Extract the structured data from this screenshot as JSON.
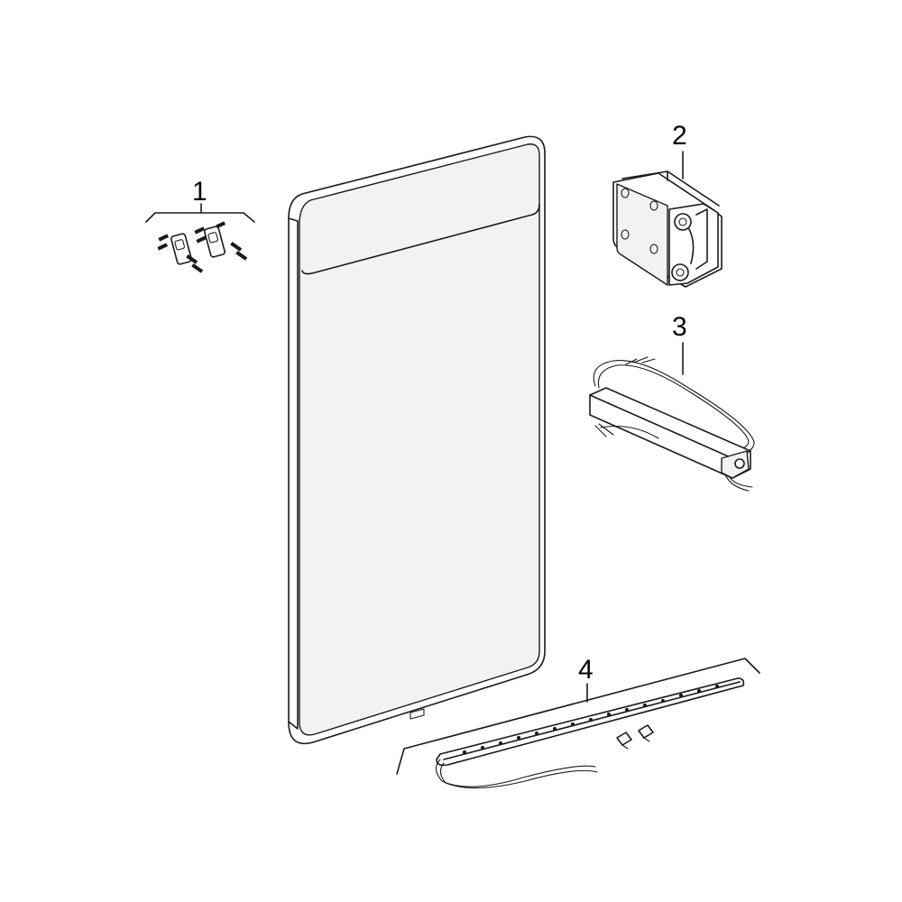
{
  "parts": [
    {
      "id": "fixing-set",
      "callout": "1"
    },
    {
      "id": "connector-block",
      "callout": "2"
    },
    {
      "id": "power-supply",
      "callout": "3"
    },
    {
      "id": "led-strip",
      "callout": "4"
    }
  ],
  "colors": {
    "line": "#1a1a1a",
    "background": "#ffffff",
    "panel": "#f2f2f2"
  }
}
